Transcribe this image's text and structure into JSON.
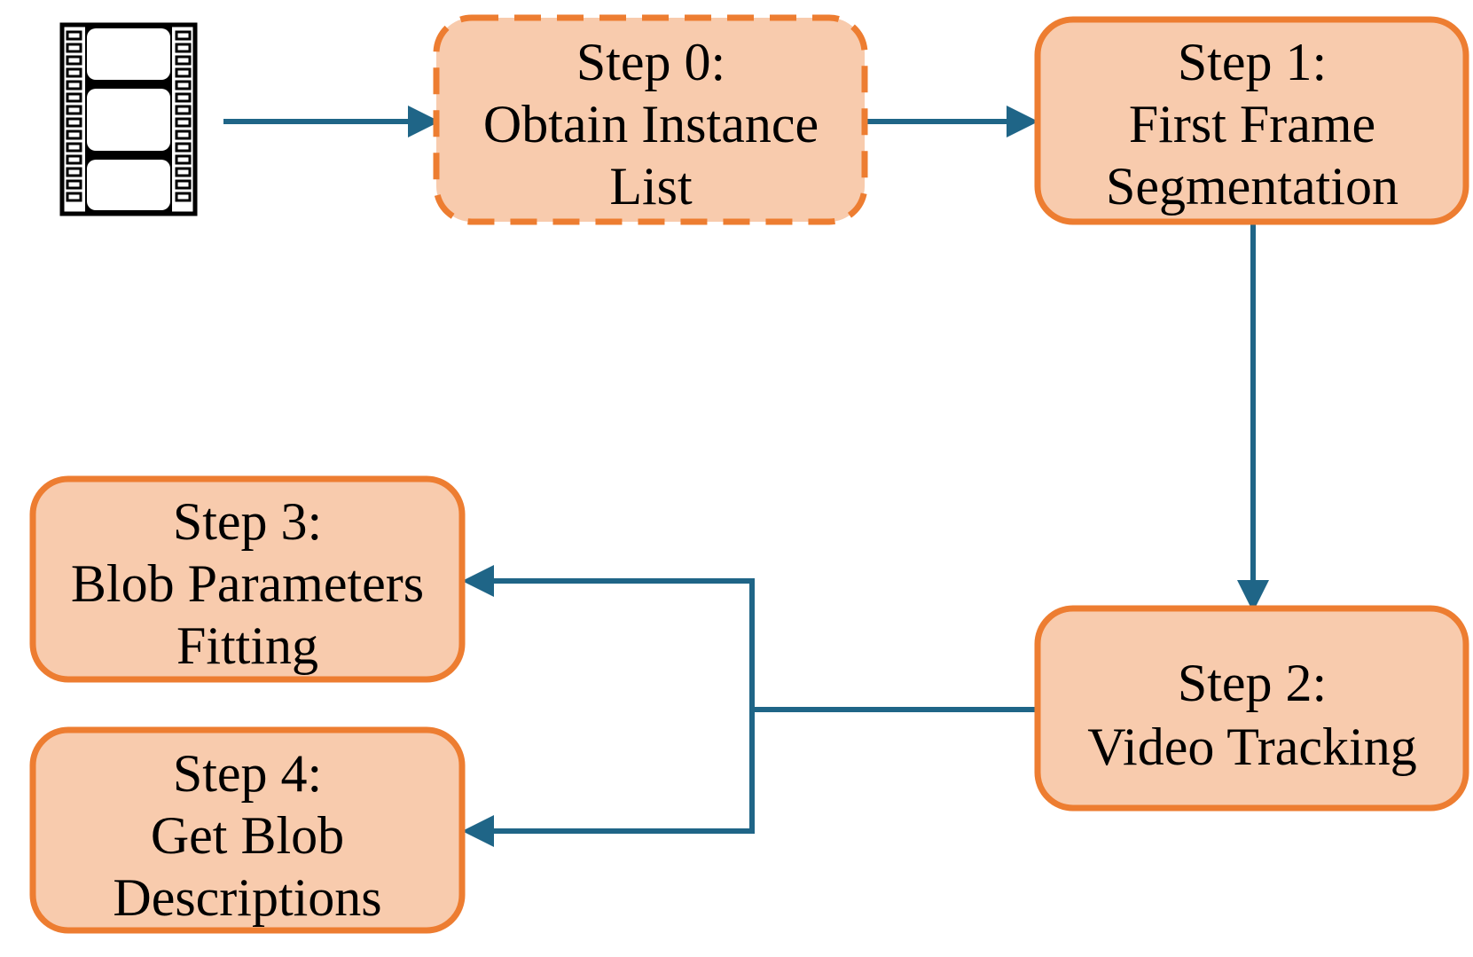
{
  "colors": {
    "box_fill": "#F8CBAD",
    "box_border": "#ED7D31",
    "arrow": "#1F6587",
    "icon": "#000000"
  },
  "icons": {
    "input": "film-strip-icon"
  },
  "steps": [
    {
      "id": "step0",
      "style": "dashed",
      "lines": [
        "Step 0:",
        "Obtain Instance",
        "List"
      ]
    },
    {
      "id": "step1",
      "style": "solid",
      "lines": [
        "Step 1:",
        "First Frame",
        "Segmentation"
      ]
    },
    {
      "id": "step2",
      "style": "solid",
      "lines": [
        "Step 2:",
        "Video Tracking"
      ]
    },
    {
      "id": "step3",
      "style": "solid",
      "lines": [
        "Step 3:",
        "Blob Parameters",
        "Fitting"
      ]
    },
    {
      "id": "step4",
      "style": "solid",
      "lines": [
        "Step 4:",
        "Get Blob",
        "Descriptions"
      ]
    }
  ],
  "edges": [
    {
      "from": "video",
      "to": "step0"
    },
    {
      "from": "step0",
      "to": "step1"
    },
    {
      "from": "step1",
      "to": "step2"
    },
    {
      "from": "step2",
      "to": "step3"
    },
    {
      "from": "step2",
      "to": "step4"
    }
  ]
}
